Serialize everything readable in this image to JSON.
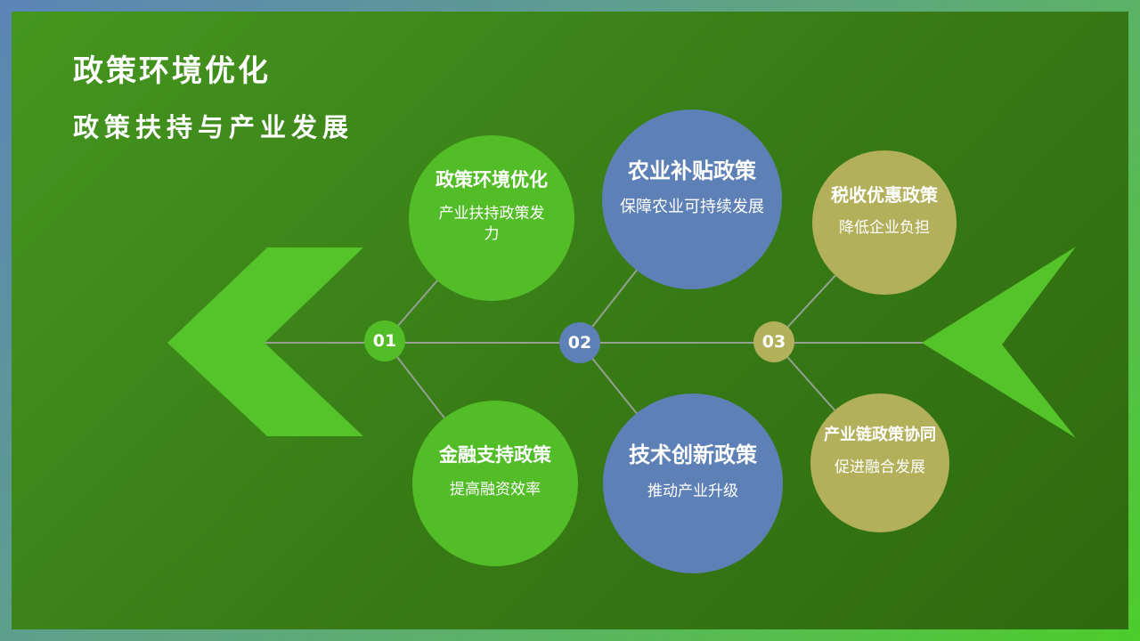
{
  "header": {
    "title": "政策环境优化",
    "subtitle": "政策扶持与产业发展"
  },
  "spine_nodes": [
    {
      "label": "01",
      "color": "#53bd28"
    },
    {
      "label": "02",
      "color": "#5d80b6"
    },
    {
      "label": "03",
      "color": "#b3b05c"
    }
  ],
  "circles": [
    {
      "title": "政策环境优化",
      "subtitle": "产业扶持政策发力",
      "color": "#53bd28"
    },
    {
      "title": "农业补贴政策",
      "subtitle": "保障农业可持续发展",
      "color": "#5d80b6"
    },
    {
      "title": "税收优惠政策",
      "subtitle": "降低企业负担",
      "color": "#b3b05c"
    },
    {
      "title": "金融支持政策",
      "subtitle": "提高融资效率",
      "color": "#53bd28"
    },
    {
      "title": "技术创新政策",
      "subtitle": "推动产业升级",
      "color": "#5d80b6"
    },
    {
      "title": "产业链政策协同",
      "subtitle": "促进融合发展",
      "color": "#b3b05c"
    }
  ],
  "colors": {
    "green": "#53bd28",
    "blue": "#5d80b6",
    "gold": "#b3b05c",
    "arrow_green": "#55c32a",
    "connector_line": "#95a092",
    "text": "#ffffff",
    "border_gradient_start": "#5b85b7",
    "border_gradient_end": "#4ecd2b",
    "background_gradient_start": "#45961f",
    "background_gradient_end": "#2e6a0f"
  }
}
